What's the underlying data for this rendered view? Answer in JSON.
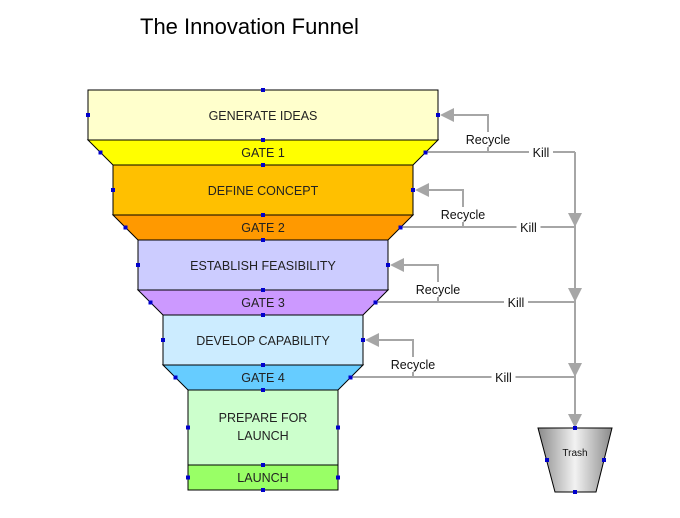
{
  "title": "The Innovation Funnel",
  "stages": [
    {
      "label": "GENERATE IDEAS",
      "color": "#FFFFCC",
      "gate": {
        "label": "GATE 1",
        "color": "#FFFF00"
      }
    },
    {
      "label": "DEFINE CONCEPT",
      "color": "#FFC000",
      "gate": {
        "label": "GATE 2",
        "color": "#FF9900"
      }
    },
    {
      "label": "ESTABLISH FEASIBILITY",
      "color": "#CCCCFF",
      "gate": {
        "label": "GATE 3",
        "color": "#CC99FF"
      }
    },
    {
      "label": "DEVELOP CAPABILITY",
      "color": "#CCECFF",
      "gate": {
        "label": "GATE 4",
        "color": "#66CCFF"
      }
    },
    {
      "label_lines": [
        "PREPARE FOR",
        "LAUNCH"
      ],
      "color": "#CCFFCC",
      "gate": {
        "label": "LAUNCH",
        "color": "#99FF66"
      }
    }
  ],
  "flows": {
    "recycle_label": "Recycle",
    "kill_label": "Kill",
    "line_color": "#A6A6A6"
  },
  "trash": {
    "label": "Trash"
  },
  "handle_color": "#0000CC"
}
